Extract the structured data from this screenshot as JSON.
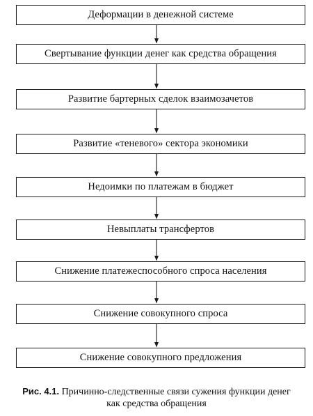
{
  "diagram": {
    "steps": [
      "Деформации в денежной системе",
      "Свертывание функции денег как средства обращения",
      "Развитие бартерных сделок взаимозачетов",
      "Развитие «теневого» сектора экономики",
      "Недоимки по платежам в бюджет",
      "Невыплаты трансфертов",
      "Снижение платежеспособного спроса населения",
      "Снижение совокупного спроса",
      "Снижение совокупного предложения"
    ]
  },
  "caption": {
    "label": "Рис. 4.1.",
    "line1": "Причинно-следственные связи сужения функции денег",
    "line2": "как средства обращения"
  }
}
